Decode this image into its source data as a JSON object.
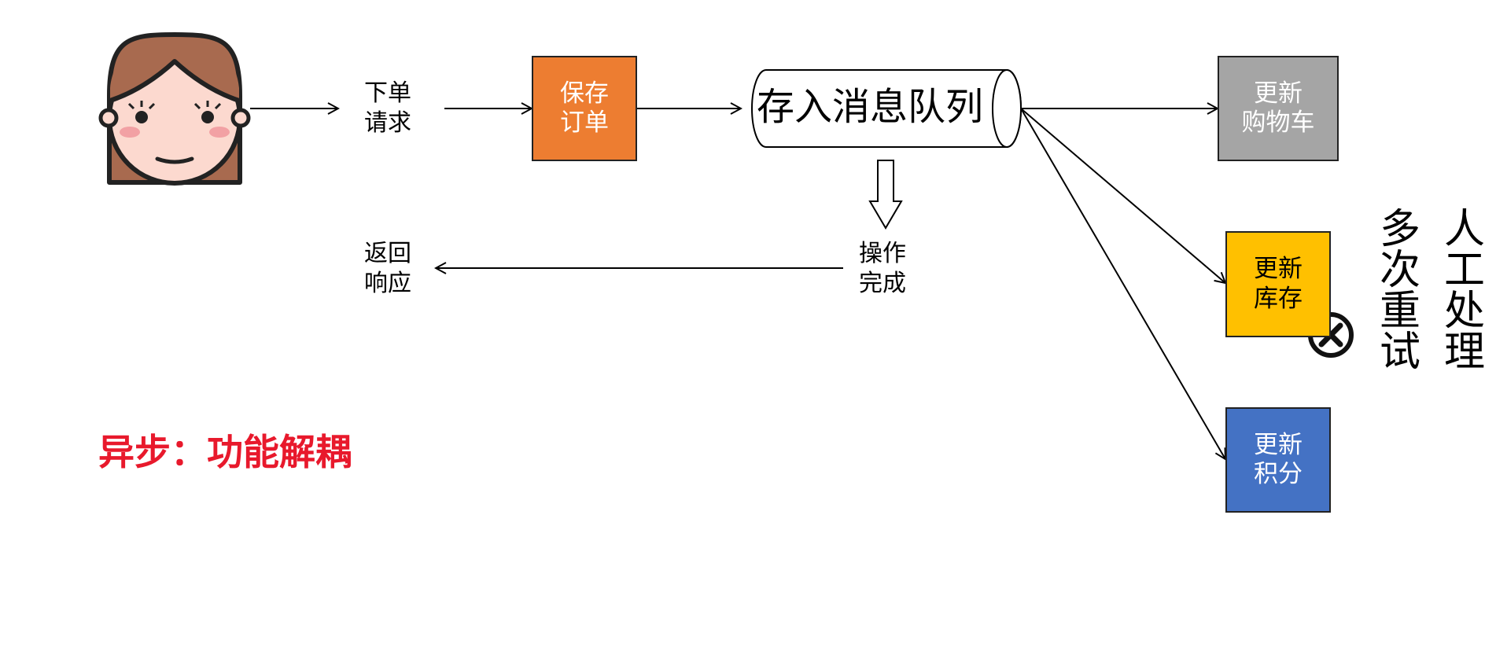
{
  "labels": {
    "order_request": [
      "下单",
      "请求"
    ],
    "return_response": [
      "返回",
      "响应"
    ],
    "operation_done": [
      "操作",
      "完成"
    ],
    "save_order": [
      "保存",
      "订单"
    ],
    "message_queue": "存入消息队列",
    "update_cart": [
      "更新",
      "购物车"
    ],
    "update_stock": [
      "更新",
      "库存"
    ],
    "update_points": [
      "更新",
      "积分"
    ],
    "retry": [
      "多",
      "次",
      "重",
      "试"
    ],
    "manual": [
      "人",
      "工",
      "处",
      "理"
    ],
    "title": "异步：功能解耦"
  },
  "colors": {
    "save_order": "#ED7D31",
    "update_cart": "#A5A5A5",
    "update_stock": "#FFC000",
    "update_points": "#4472C4",
    "title": "#E8192C",
    "hair": "#A86A4F",
    "skin": "#FCD9CF",
    "blush": "#F2A1A4"
  },
  "icons": {
    "user": "user-avatar-icon",
    "failure": "error-x-icon"
  }
}
